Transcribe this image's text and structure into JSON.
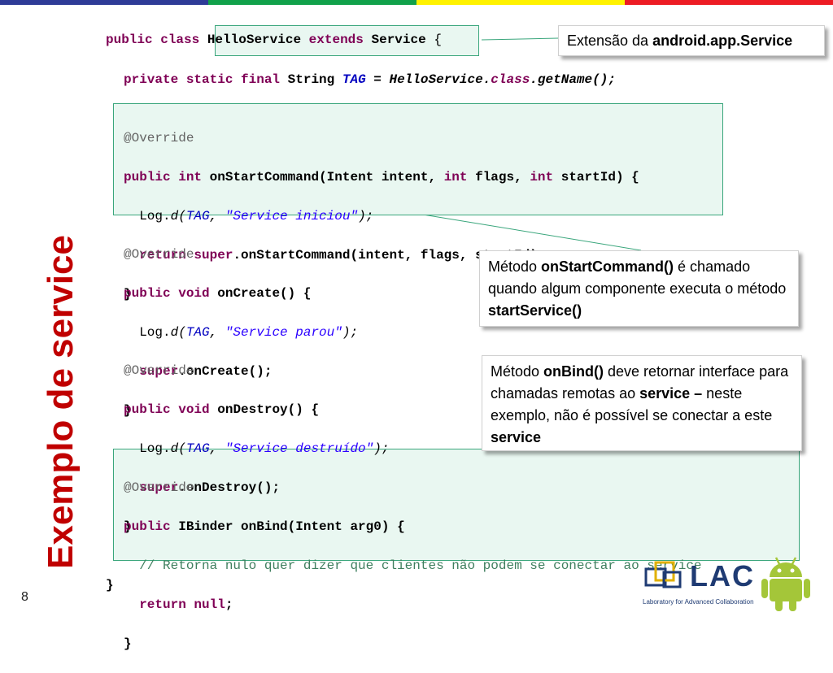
{
  "colors": {
    "bar": [
      "#2e3b97",
      "#11a14a",
      "#fff200",
      "#ed1c24"
    ],
    "title": "#c00000",
    "box_border": "#3aa67c",
    "box_fill": "#e9f7f1"
  },
  "slide": {
    "title": "Exemplo de service",
    "page_number": "8"
  },
  "code": {
    "class_line": {
      "kw1": "public class",
      "name": "HelloService",
      "kw2": "extends",
      "base": "Service",
      "brace": "{"
    },
    "tag_line": {
      "kw": "private static final",
      "type": "String",
      "field": "TAG",
      "op": " = HelloService.",
      "kwclass": "class",
      "tail": ".getName();"
    },
    "start": {
      "annotation": "@Override",
      "kw1": "public",
      "kw2": "int",
      "sig1": "onStartCommand(Intent intent, ",
      "kw3": "int",
      "sig2": " flags, ",
      "kw4": "int",
      "sig3": " startId) {",
      "log_pre": "Log.",
      "log_fn": "d(",
      "log_tag": "TAG",
      "log_comma": ", ",
      "log_str": "\"Service iniciou\"",
      "log_end": ");",
      "ret_kw": "return",
      "ret_kw2": "super",
      "ret_rest": ".onStartCommand(intent, flags, startId);",
      "close": "}"
    },
    "create": {
      "annotation": "@Override",
      "kw1": "public",
      "kw2": "void",
      "sig": "onCreate() {",
      "log_pre": "Log.",
      "log_fn": "d(",
      "log_tag": "TAG",
      "log_comma": ", ",
      "log_str": "\"Service parou\"",
      "log_end": ");",
      "sup": "super",
      "sup_rest": ".onCreate();",
      "close": "}"
    },
    "destroy": {
      "annotation": "@Override",
      "kw1": "public",
      "kw2": "void",
      "sig": "onDestroy() {",
      "log_pre": "Log.",
      "log_fn": "d(",
      "log_tag": "TAG",
      "log_comma": ", ",
      "log_str": "\"Service destruído\"",
      "log_end": ");",
      "sup": "super",
      "sup_rest": ".onDestroy();",
      "close": "}"
    },
    "bind": {
      "annotation": "@Override",
      "kw1": "public",
      "sig": "IBinder onBind(Intent arg0) {",
      "comment": "// Retorna nulo quer dizer que clientes não podem se conectar ao service",
      "ret_kw": "return",
      "ret_null": "null",
      "ret_end": ";",
      "close": "}"
    },
    "final_close": "}"
  },
  "callouts": {
    "extends": {
      "pre": "Extensão da ",
      "bold": "android.app.Service"
    },
    "start": {
      "pre": "Método ",
      "bold1": "onStartCommand()",
      "mid": " é chamado quando algum componente executa o método ",
      "bold2": "startService()"
    },
    "bind": {
      "pre": "Método ",
      "bold1": "onBind()",
      "mid": " deve retornar interface para chamadas remotas ao ",
      "bold2": "service –",
      "mid2": " neste exemplo, não é possível se conectar a este ",
      "bold3": "service"
    }
  },
  "logos": {
    "lac_text": "LAC",
    "lac_caption": "Laboratory for Advanced Collaboration"
  }
}
